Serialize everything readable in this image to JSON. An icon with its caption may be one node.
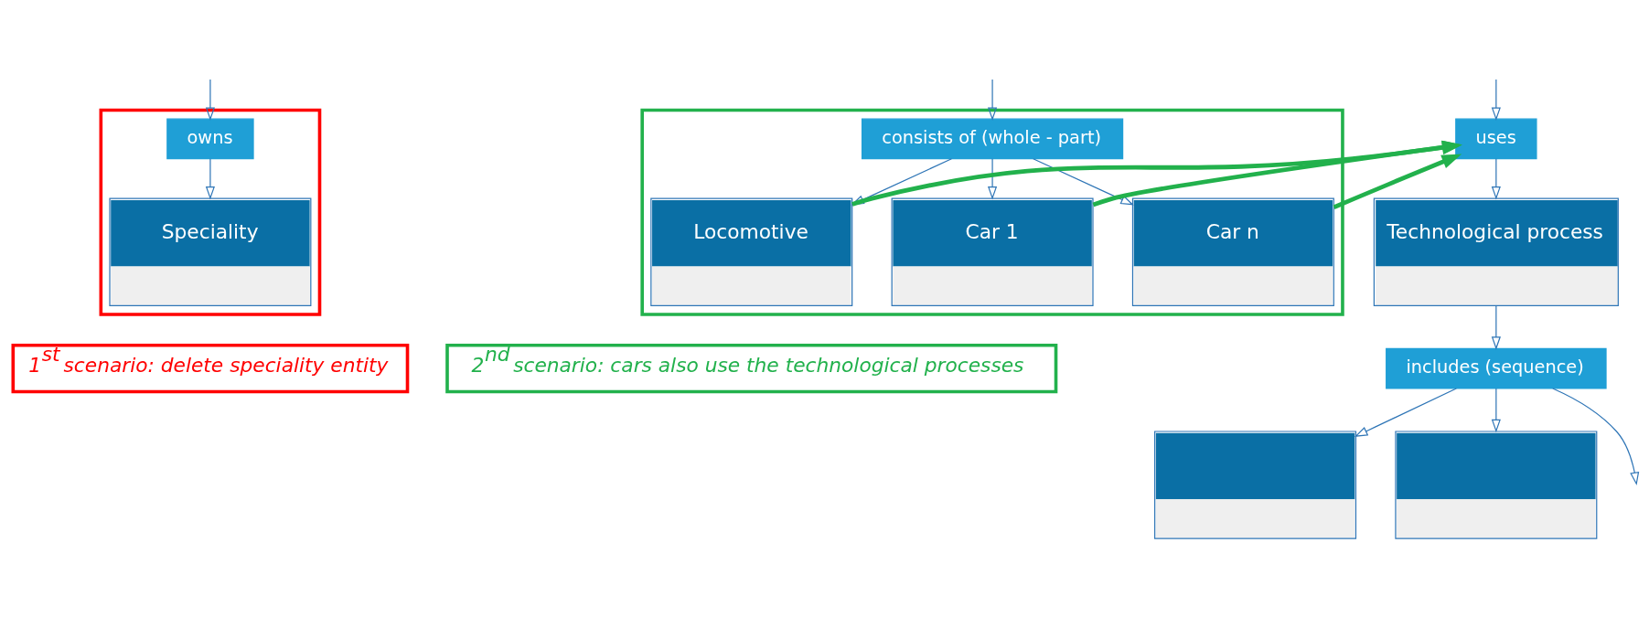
{
  "diagram": {
    "nodes": [
      {
        "text": [],
        "shape": "box"
      },
      {
        "text": [
          "owns"
        ],
        "in": 0
      },
      {
        "text": [
          "Speciality"
        ],
        "in": 0
      },
      {
        "text": [
          "1$^{st}$ scenario: delete speciality entity"
        ]
      },
      {
        "text": [
          "uses"
        ]
      },
      {
        "text": [
          "Technological process"
        ]
      },
      {
        "text": [
          "includes (sequence)"
        ]
      },
      {
        "text": [],
        "shape": "box"
      },
      {
        "text": [
          "consists of (whole - part)"
        ],
        "in": 7
      },
      {
        "text": [
          "Locomotive"
        ],
        "in": 7
      },
      {
        "text": [
          "Car 1"
        ],
        "in": 7
      },
      {
        "text": [
          "Car n"
        ],
        "in": 7
      },
      {
        "text": [
          "2$^{nd}$ scenario: cars also use the technological processes"
        ]
      },
      {
        "text": [],
        "shape": "box"
      },
      {
        "text": [],
        "shape": "box"
      }
    ],
    "edges": [
      {
        "from": null,
        "to": 1,
        "arrow": "to"
      },
      {
        "from": 1,
        "to": 2,
        "arrow": "to"
      },
      {
        "from": null,
        "to": 4,
        "arrow": "to"
      },
      {
        "from": null,
        "to": 8,
        "arrow": "to"
      },
      {
        "from": 4,
        "to": 5,
        "arrow": "to"
      },
      {
        "from": 5,
        "to": 6,
        "arrow": "to"
      },
      {
        "from": 8,
        "to": 9,
        "arrow": "to"
      },
      {
        "from": 8,
        "to": 10,
        "arrow": "to"
      },
      {
        "from": 8,
        "to": 11,
        "arrow": "to"
      },
      {
        "from": 9,
        "to": 4,
        "arrow": "to",
        "style": "thick",
        "color": "#22b14c"
      },
      {
        "from": 10,
        "to": 4,
        "arrow": "to",
        "style": "thick",
        "color": "#22b14c"
      },
      {
        "from": 11,
        "to": 4,
        "arrow": "to",
        "style": "thick",
        "color": "#22b14c"
      },
      {
        "from": 6,
        "to": 13,
        "arrow": "to"
      },
      {
        "from": 6,
        "to": 14,
        "arrow": "to"
      },
      {
        "from": 6,
        "to": null,
        "arrow": "to"
      }
    ]
  }
}
